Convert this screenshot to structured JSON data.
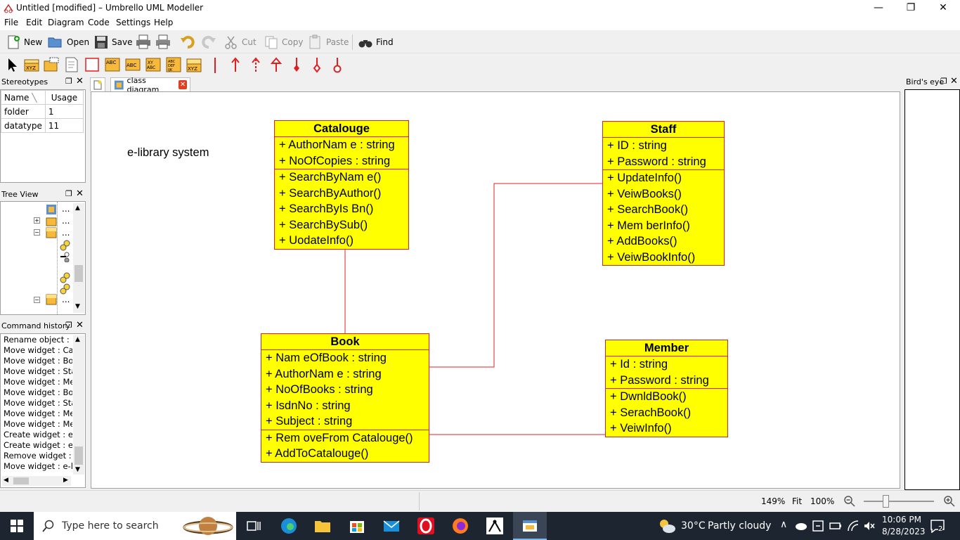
{
  "window": {
    "title": "Untitled [modified] – Umbrello UML Modeller",
    "minimize": "—",
    "maximize": "❐",
    "close": "✕"
  },
  "menu": [
    "File",
    "Edit",
    "Diagram",
    "Code",
    "Settings",
    "Help"
  ],
  "toolbar": {
    "new": "New",
    "open": "Open",
    "save": "Save",
    "cut": "Cut",
    "copy": "Copy",
    "paste": "Paste",
    "find": "Find"
  },
  "docks": {
    "stereotypes": {
      "title": "Stereotypes",
      "columns": [
        "Name",
        "Usage"
      ],
      "rows": [
        {
          "name": "folder",
          "usage": "1"
        },
        {
          "name": "datatype",
          "usage": "11"
        }
      ]
    },
    "tree": {
      "title": "Tree View",
      "items": [
        "...",
        "...",
        "...",
        "..."
      ]
    },
    "history": {
      "title": "Command history",
      "items": [
        "Rename object : n",
        "Move widget : Cat",
        "Move widget : Boo",
        "Move widget : Staf",
        "Move widget : Mer",
        "Move widget : Boo",
        "Move widget : Staf",
        "Move widget : Mer",
        "Move widget : Mer",
        "Create widget : e-l",
        "Create widget : e-l",
        "Remove widget : e",
        "Move widget : e-lil"
      ]
    },
    "birdseye": {
      "title": "Bird's eye"
    }
  },
  "tab": {
    "label": "class diagram"
  },
  "diagram": {
    "note": "e-library system",
    "classes": {
      "catalouge": {
        "name": "Catalouge",
        "attributes": [
          "+ AuthorNam e : string",
          "+ NoOfCopies : string"
        ],
        "operations": [
          "+ SearchByNam e()",
          "+ SearchByAuthor()",
          "+ SearchByIs Bn()",
          "+ SearchBySub()",
          "+ UodateInfo()"
        ]
      },
      "staff": {
        "name": "Staff",
        "attributes": [
          "+ ID : string",
          "+ Password : string"
        ],
        "operations": [
          "+ UpdateInfo()",
          "+ VeiwBooks()",
          "+ SearchBook()",
          "+ Mem berInfo()",
          "+ AddBooks()",
          "+ VeiwBookInfo()"
        ]
      },
      "book": {
        "name": "Book",
        "attributes": [
          "+ Nam eOfBook : string",
          "+ AuthorNam e : string",
          "+ NoOfBooks : string",
          "+ IsdnNo : string",
          "+ Subject : string"
        ],
        "operations": [
          "+ Rem oveFrom Catalouge()",
          "+ AddToCatalouge()"
        ]
      },
      "member": {
        "name": "Member",
        "attributes": [
          "+ Id : string",
          "+ Password : string"
        ],
        "operations": [
          "+ DwnldBook()",
          "+ SerachBook()",
          "+ VeiwInfo()"
        ]
      }
    }
  },
  "status": {
    "zoom": "149%",
    "fit": "Fit",
    "hundred": "100%"
  },
  "taskbar": {
    "search_placeholder": "Type here to search",
    "weather_temp": "30°C",
    "weather_text": "Partly cloudy",
    "time": "10:06 PM",
    "date": "8/28/2023",
    "notifications": "2"
  },
  "colors": {
    "uml_fill": "#ffff00",
    "uml_border": "#e02020",
    "taskbar": "#1c2530"
  }
}
